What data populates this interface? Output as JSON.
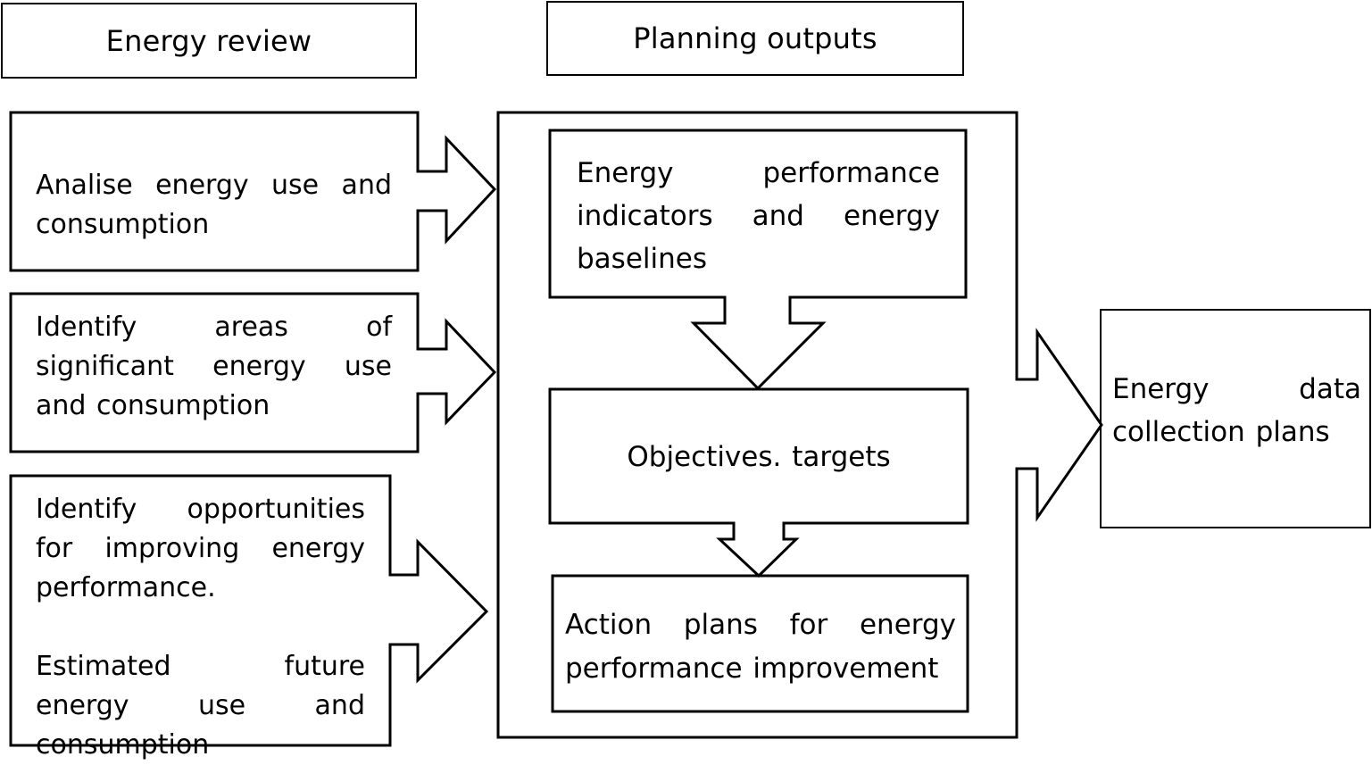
{
  "headers": {
    "energy_review": "Energy review",
    "planning_outputs": "Planning outputs"
  },
  "review_items": {
    "item1": "Analise energy use and consumption",
    "item2": "Identify areas of significant energy use and consumption",
    "item3a": "Identify opportunities for improving energy performance.",
    "item3b": "Estimated future energy use and consumption"
  },
  "planning_items": {
    "indicators": "Energy performance indicators and energy baselines",
    "objectives": "Objectives. targets",
    "action_plans": "Action plans for energy performance improvement"
  },
  "result": {
    "data_collection": "Energy data collection plans"
  }
}
